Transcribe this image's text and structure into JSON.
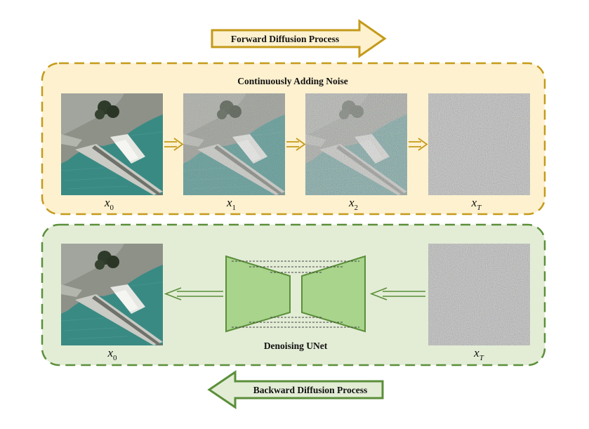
{
  "forward": {
    "arrow_label": "Forward Diffusion Process",
    "panel_title": "Continuously Adding Noise",
    "stages": [
      {
        "label": "x",
        "sub": "0",
        "noise": 0.0
      },
      {
        "label": "x",
        "sub": "1",
        "noise": 0.45
      },
      {
        "label": "x",
        "sub": "2",
        "noise": 0.7
      },
      {
        "label": "x",
        "sub": "T",
        "noise": 1.0
      }
    ]
  },
  "backward": {
    "arrow_label": "Backward Diffusion Process",
    "unet_label": "Denoising UNet",
    "output": {
      "label": "x",
      "sub": "0"
    },
    "input": {
      "label": "x",
      "sub": "T"
    }
  },
  "colors": {
    "forward_border": "#c49a1a",
    "forward_fill": "#fdf1cf",
    "forward_arrow_fill": "#fdf1cf",
    "backward_border": "#5b8f3a",
    "backward_fill": "#e3edd6",
    "unet_fill": "#a8d48c",
    "unet_stroke": "#5b8f3a",
    "water": "#3a8a84",
    "land": "#8d9188"
  }
}
